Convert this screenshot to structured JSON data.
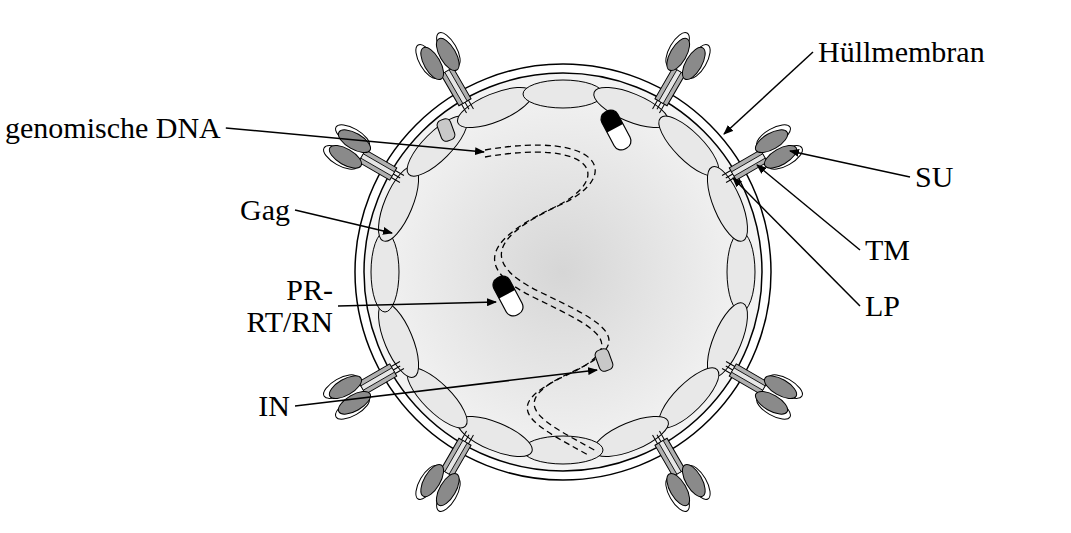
{
  "diagram": {
    "labels": [
      "genomische DNA",
      "Gag",
      "PR- RT/RN",
      "IN",
      "Hüllmembran",
      "SU",
      "TM",
      "LP"
    ]
  }
}
